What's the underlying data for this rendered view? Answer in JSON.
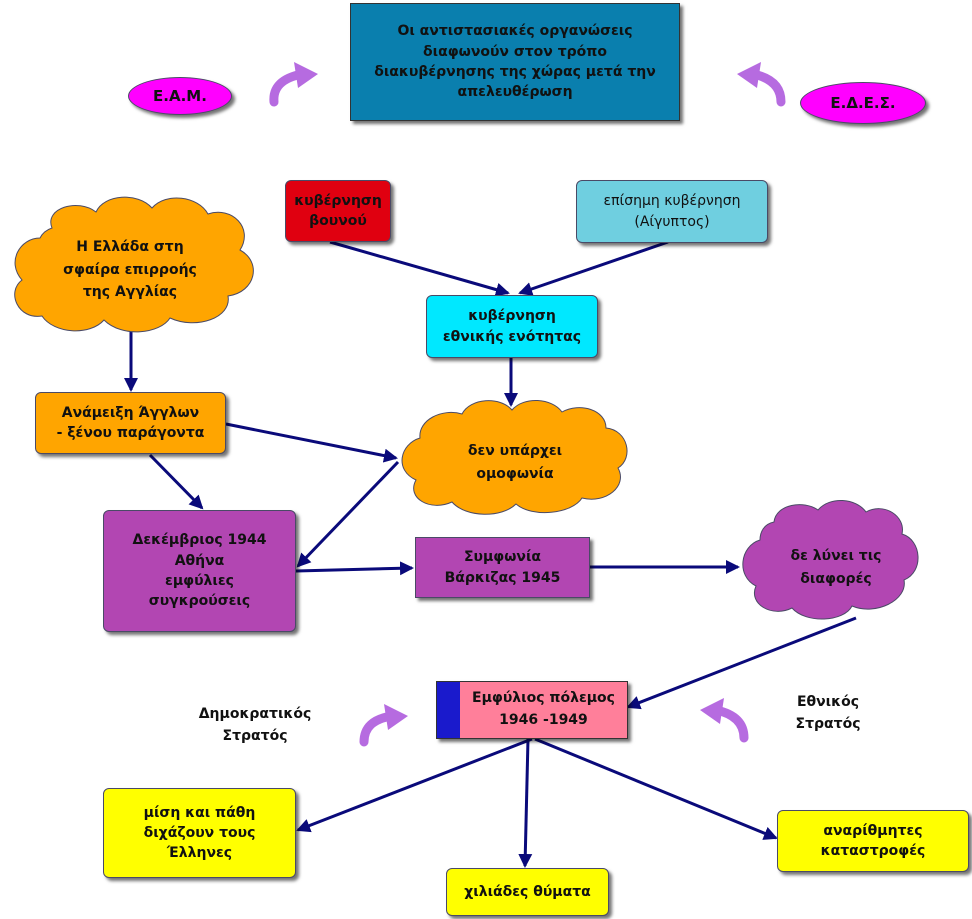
{
  "top_title": "Οι αντιστασιακές οργανώσεις\nδιαφωνούν στον τρόπο\nδιακυβέρνησης της χώρας μετά την\nαπελευθέρωση",
  "eam": "Ε.Α.Μ.",
  "edes": "Ε.Δ.Ε.Σ.",
  "mountain_gov": "κυβέρνηση\nβουνού",
  "official_gov": "επίσημη κυβέρνηση\n(Αίγυπτος)",
  "national_unity_gov": "κυβέρνηση\nεθνικής ενότητας",
  "england_cloud": "Η Ελλάδα στη\nσφαίρα επιρροής\nτης Αγγλίας",
  "no_agreement_cloud": "δεν υπάρχει\nομοφωνία",
  "british_involvement": "Ανάμειξη Άγγλων\n- ξένου παράγοντα",
  "december_1944": "Δεκέμβριος 1944\nΑθήνα\nεμφύλιες\nσυγκρούσεις",
  "varkiza": "Συμφωνία\nΒάρκιζας 1945",
  "not_resolved_cloud": "δε λύνει τις\nδιαφορές",
  "civil_war": "Εμφύλιος πόλεμος\n1946 -1949",
  "democratic_army": "Δημοκρατικός\nΣτρατός",
  "national_army": "Εθνικός\nΣτρατός",
  "hatred": "μίση και πάθη\nδιχάζουν τους\nΈλληνες",
  "thousands_victims": "χιλιάδες θύματα",
  "disasters": "αναρίθμητες\nκαταστροφές",
  "colors": {
    "title_box": "#0a7fae",
    "oval": "#ff00ff",
    "mountain": "#e00010",
    "official": "#6fcfe0",
    "unity": "#00e8ff",
    "orange": "#ffa500",
    "purple": "#b246b2",
    "pink": "#ff7f9a",
    "blue_bar": "#1a1acc",
    "yellow": "#ffff00",
    "arrow": "#0a0a7a",
    "curved_arrow": "#b66be0"
  }
}
